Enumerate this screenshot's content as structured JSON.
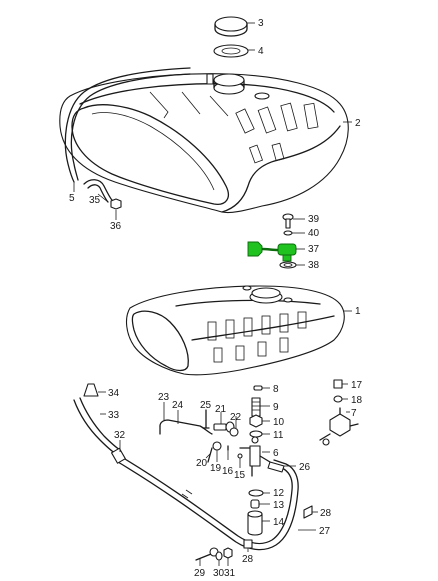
{
  "highlight_color": "#1fc21f",
  "callouts": [
    {
      "id": "c3",
      "label": "3"
    },
    {
      "id": "c4",
      "label": "4"
    },
    {
      "id": "c2",
      "label": "2"
    },
    {
      "id": "c5",
      "label": "5"
    },
    {
      "id": "c35",
      "label": "35"
    },
    {
      "id": "c36",
      "label": "36"
    },
    {
      "id": "c39",
      "label": "39"
    },
    {
      "id": "c40",
      "label": "40"
    },
    {
      "id": "c37",
      "label": "37"
    },
    {
      "id": "c38",
      "label": "38"
    },
    {
      "id": "c1",
      "label": "1"
    },
    {
      "id": "c34",
      "label": "34"
    },
    {
      "id": "c33",
      "label": "33"
    },
    {
      "id": "c32",
      "label": "32"
    },
    {
      "id": "c23",
      "label": "23"
    },
    {
      "id": "c24",
      "label": "24"
    },
    {
      "id": "c25",
      "label": "25"
    },
    {
      "id": "c21",
      "label": "21"
    },
    {
      "id": "c22",
      "label": "22"
    },
    {
      "id": "c20",
      "label": "20"
    },
    {
      "id": "c19",
      "label": "19"
    },
    {
      "id": "c16",
      "label": "16"
    },
    {
      "id": "c15",
      "label": "15"
    },
    {
      "id": "c8",
      "label": "8"
    },
    {
      "id": "c9",
      "label": "9"
    },
    {
      "id": "c10",
      "label": "10"
    },
    {
      "id": "c11",
      "label": "11"
    },
    {
      "id": "c6",
      "label": "6"
    },
    {
      "id": "c26",
      "label": "26"
    },
    {
      "id": "c12",
      "label": "12"
    },
    {
      "id": "c13",
      "label": "13"
    },
    {
      "id": "c14",
      "label": "14"
    },
    {
      "id": "c27",
      "label": "27"
    },
    {
      "id": "c28",
      "label": "28"
    },
    {
      "id": "c17",
      "label": "17"
    },
    {
      "id": "c18",
      "label": "18"
    },
    {
      "id": "c7",
      "label": "7"
    },
    {
      "id": "c29",
      "label": "29"
    },
    {
      "id": "c30",
      "label": "30"
    },
    {
      "id": "c31",
      "label": "31"
    }
  ]
}
